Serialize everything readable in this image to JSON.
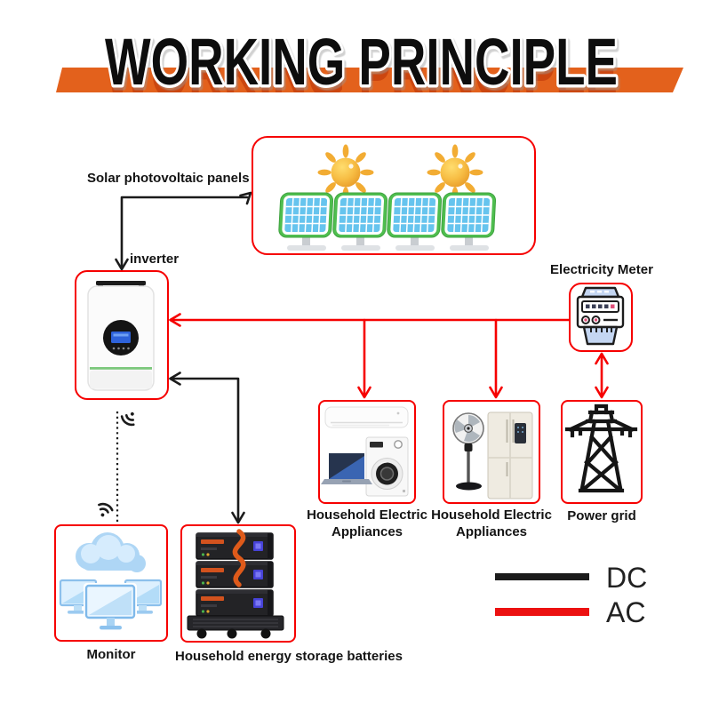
{
  "banner": {
    "title": "WORKING PRINCIPLE",
    "color": "#E3611C",
    "shadow_color": "#C8420E"
  },
  "nodes": {
    "solar": {
      "label": "Solar photovoltaic panels"
    },
    "inverter": {
      "label": "inverter"
    },
    "meter": {
      "label": "Electricity Meter"
    },
    "appliances1": {
      "line1": "Household Electric",
      "line2": "Appliances"
    },
    "appliances2": {
      "line1": "Household Electric",
      "line2": "Appliances"
    },
    "grid": {
      "label": "Power grid"
    },
    "monitor": {
      "label": "Monitor"
    },
    "battery": {
      "label": "Household energy storage batteries"
    }
  },
  "legend": {
    "dc": {
      "label": "DC",
      "color": "#1B1B1B"
    },
    "ac": {
      "label": "AC",
      "color": "#EC1111"
    }
  },
  "wire_colors": {
    "dc": "#1B1B1B",
    "ac": "#F60000"
  },
  "icons": {
    "sun": "sun-icon",
    "solar_panel": "solar-panel-icon",
    "inverter": "inverter-icon",
    "wifi": "wifi-icon",
    "meter": "electricity-meter-icon",
    "air_conditioner": "air-conditioner-icon",
    "laptop": "laptop-icon",
    "washing_machine": "washing-machine-icon",
    "fan": "pedestal-fan-icon",
    "refrigerator": "refrigerator-icon",
    "tower": "power-grid-tower-icon",
    "cloud": "cloud-icon",
    "monitors": "monitor-screens-icon",
    "battery": "battery-stack-icon"
  }
}
